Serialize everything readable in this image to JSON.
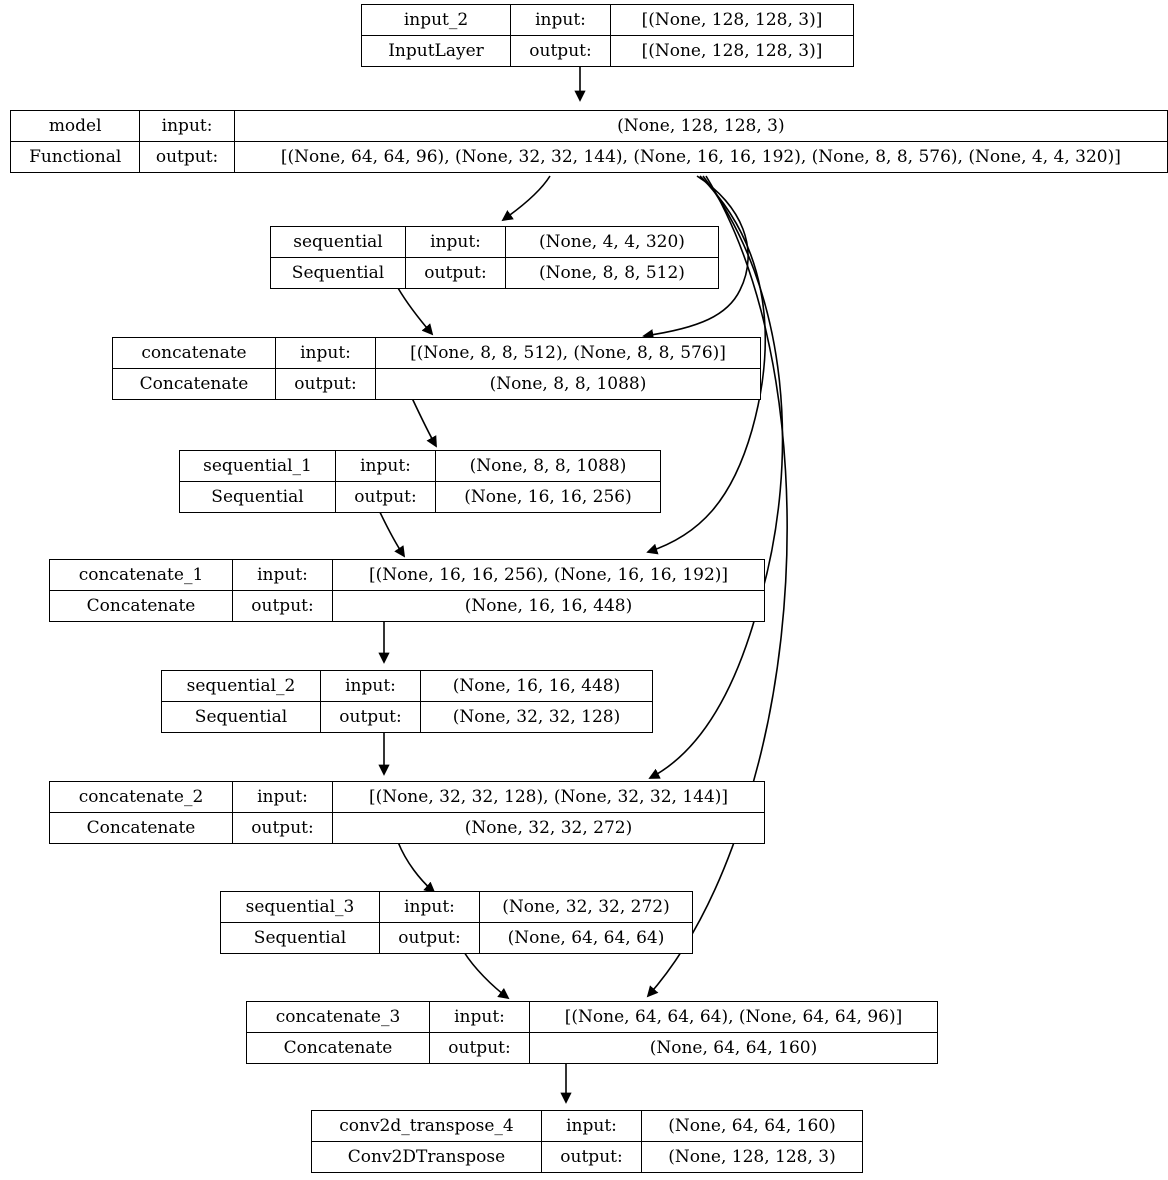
{
  "graph": {
    "title": "Keras model architecture graph",
    "edge_color": "#000000",
    "node_border_color": "#000000",
    "node_fill_color": "#ffffff",
    "text_color": "#000000"
  },
  "nodes": [
    {
      "id": "input_2",
      "name": "input_2",
      "class": "InputLayer",
      "input_port": "input:",
      "output_port": "output:",
      "input_shape": "[(None, 128, 128, 3)]",
      "output_shape": "[(None, 128, 128, 3)]"
    },
    {
      "id": "model",
      "name": "model",
      "class": "Functional",
      "input_port": "input:",
      "output_port": "output:",
      "input_shape": "(None, 128, 128, 3)",
      "output_shape": "[(None, 64, 64, 96), (None, 32, 32, 144), (None, 16, 16, 192), (None, 8, 8, 576), (None, 4, 4, 320)]"
    },
    {
      "id": "sequential",
      "name": "sequential",
      "class": "Sequential",
      "input_port": "input:",
      "output_port": "output:",
      "input_shape": "(None, 4, 4, 320)",
      "output_shape": "(None, 8, 8, 512)"
    },
    {
      "id": "concatenate",
      "name": "concatenate",
      "class": "Concatenate",
      "input_port": "input:",
      "output_port": "output:",
      "input_shape": "[(None, 8, 8, 512), (None, 8, 8, 576)]",
      "output_shape": "(None, 8, 8, 1088)"
    },
    {
      "id": "sequential_1",
      "name": "sequential_1",
      "class": "Sequential",
      "input_port": "input:",
      "output_port": "output:",
      "input_shape": "(None, 8, 8, 1088)",
      "output_shape": "(None, 16, 16, 256)"
    },
    {
      "id": "concatenate_1",
      "name": "concatenate_1",
      "class": "Concatenate",
      "input_port": "input:",
      "output_port": "output:",
      "input_shape": "[(None, 16, 16, 256), (None, 16, 16, 192)]",
      "output_shape": "(None, 16, 16, 448)"
    },
    {
      "id": "sequential_2",
      "name": "sequential_2",
      "class": "Sequential",
      "input_port": "input:",
      "output_port": "output:",
      "input_shape": "(None, 16, 16, 448)",
      "output_shape": "(None, 32, 32, 128)"
    },
    {
      "id": "concatenate_2",
      "name": "concatenate_2",
      "class": "Concatenate",
      "input_port": "input:",
      "output_port": "output:",
      "input_shape": "[(None, 32, 32, 128), (None, 32, 32, 144)]",
      "output_shape": "(None, 32, 32, 272)"
    },
    {
      "id": "sequential_3",
      "name": "sequential_3",
      "class": "Sequential",
      "input_port": "input:",
      "output_port": "output:",
      "input_shape": "(None, 32, 32, 272)",
      "output_shape": "(None, 64, 64, 64)"
    },
    {
      "id": "concatenate_3",
      "name": "concatenate_3",
      "class": "Concatenate",
      "input_port": "input:",
      "output_port": "output:",
      "input_shape": "[(None, 64, 64, 64), (None, 64, 64, 96)]",
      "output_shape": "(None, 64, 64, 160)"
    },
    {
      "id": "conv2d_transpose_4",
      "name": "conv2d_transpose_4",
      "class": "Conv2DTranspose",
      "input_port": "input:",
      "output_port": "output:",
      "input_shape": "(None, 64, 64, 160)",
      "output_shape": "(None, 128, 128, 3)"
    }
  ],
  "edges": [
    {
      "from": "input_2",
      "to": "model"
    },
    {
      "from": "model",
      "to": "sequential"
    },
    {
      "from": "model",
      "to": "concatenate"
    },
    {
      "from": "model",
      "to": "concatenate_1"
    },
    {
      "from": "model",
      "to": "concatenate_2"
    },
    {
      "from": "model",
      "to": "concatenate_3"
    },
    {
      "from": "sequential",
      "to": "concatenate"
    },
    {
      "from": "concatenate",
      "to": "sequential_1"
    },
    {
      "from": "sequential_1",
      "to": "concatenate_1"
    },
    {
      "from": "concatenate_1",
      "to": "sequential_2"
    },
    {
      "from": "sequential_2",
      "to": "concatenate_2"
    },
    {
      "from": "concatenate_2",
      "to": "sequential_3"
    },
    {
      "from": "sequential_3",
      "to": "concatenate_3"
    },
    {
      "from": "concatenate_3",
      "to": "conv2d_transpose_4"
    }
  ]
}
